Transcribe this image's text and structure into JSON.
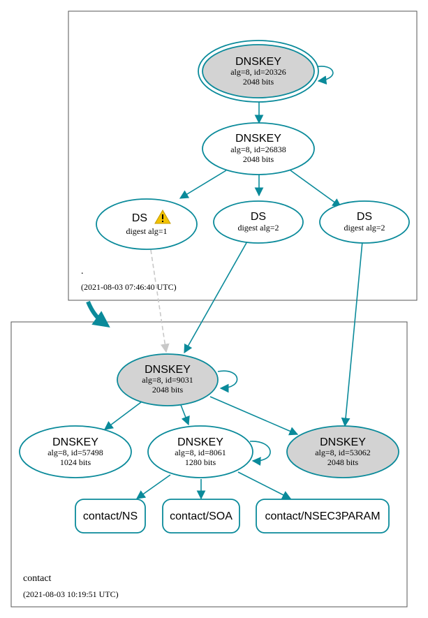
{
  "colors": {
    "edge": "#0a8a9a",
    "dashed_edge": "#c8c8c8",
    "node_grey": "#d3d3d3",
    "warning": "#f2c200"
  },
  "root_zone": {
    "name": ".",
    "timestamp": "(2021-08-03 07:46:40 UTC)",
    "ksk": {
      "title": "DNSKEY",
      "detail": "alg=8, id=20326",
      "size": "2048 bits"
    },
    "zsk": {
      "title": "DNSKEY",
      "detail": "alg=8, id=26838",
      "size": "2048 bits"
    },
    "ds1": {
      "title": "DS",
      "detail": "digest alg=1",
      "warning_icon": "warning-icon"
    },
    "ds2": {
      "title": "DS",
      "detail": "digest alg=2"
    },
    "ds3": {
      "title": "DS",
      "detail": "digest alg=2"
    }
  },
  "contact_zone": {
    "name": "contact",
    "timestamp": "(2021-08-03 10:19:51 UTC)",
    "ksk": {
      "title": "DNSKEY",
      "detail": "alg=8, id=9031",
      "size": "2048 bits"
    },
    "key_57498": {
      "title": "DNSKEY",
      "detail": "alg=8, id=57498",
      "size": "1024 bits"
    },
    "zsk": {
      "title": "DNSKEY",
      "detail": "alg=8, id=8061",
      "size": "1280 bits"
    },
    "key_53062": {
      "title": "DNSKEY",
      "detail": "alg=8, id=53062",
      "size": "2048 bits"
    },
    "rr_ns": "contact/NS",
    "rr_soa": "contact/SOA",
    "rr_nsec3param": "contact/NSEC3PARAM"
  }
}
